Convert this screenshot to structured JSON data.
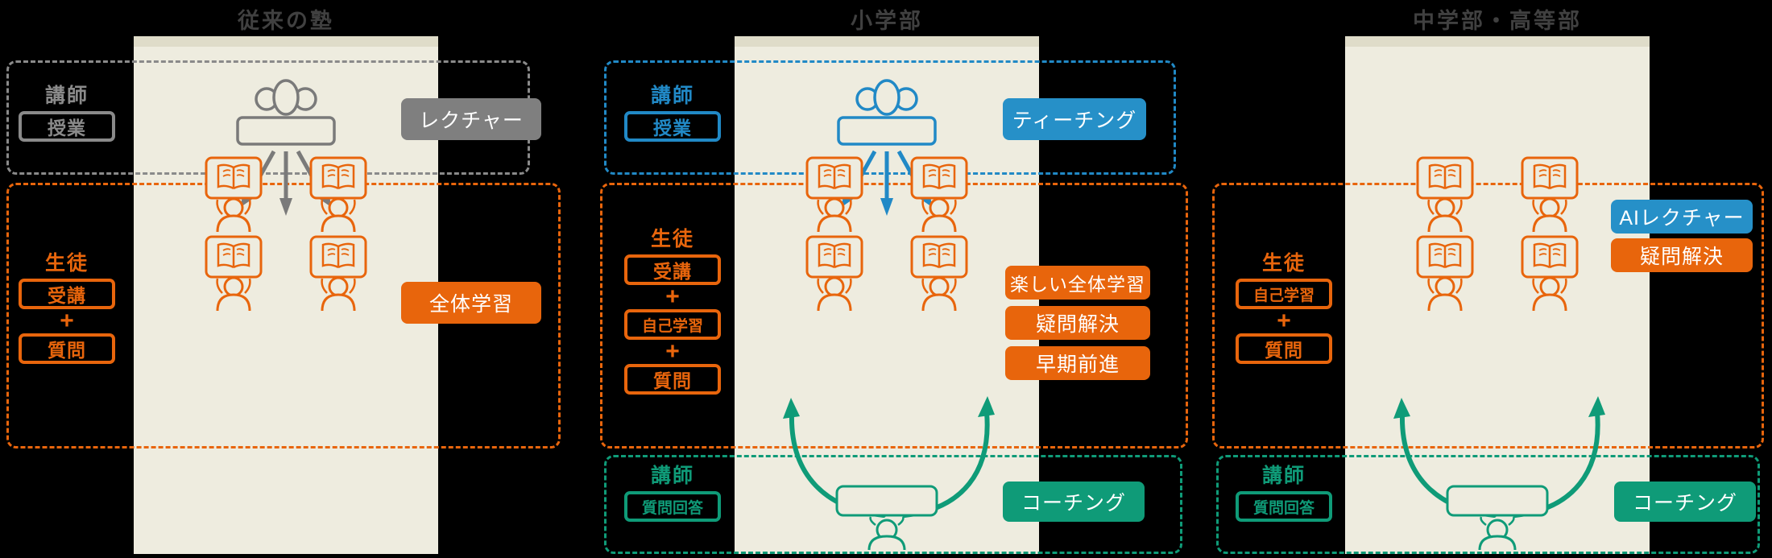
{
  "colors": {
    "orange": "#e8650c",
    "blue": "#2189c6",
    "green": "#0f9b78",
    "gray": "#7f7f7f",
    "beige": "#eeecdf",
    "title_text": "#404040"
  },
  "shared": {
    "plus": "+"
  },
  "icons": {
    "teacher": "teacher-at-desk-icon",
    "student": "student-desk-icon",
    "coach": "coach-at-desk-icon",
    "lecture_arrows": "downward-arrows-icon",
    "coaching_arrows": "upward-curved-arrows-icon"
  },
  "panels": [
    {
      "title": "従来の塾",
      "teacher": {
        "role": "講師",
        "items": [
          "授業"
        ]
      },
      "students": {
        "role": "生徒",
        "items": [
          "受講",
          "質問"
        ]
      },
      "side_labels": {
        "top": "レクチャー",
        "middle": [
          "全体学習"
        ]
      }
    },
    {
      "title": "小学部",
      "teacher": {
        "role": "講師",
        "items": [
          "授業"
        ]
      },
      "students": {
        "role": "生徒",
        "items": [
          "受講",
          "自己学習",
          "質問"
        ]
      },
      "coach": {
        "role": "講師",
        "items": [
          "質問回答"
        ]
      },
      "side_labels": {
        "top": "ティーチング",
        "middle": [
          "楽しい全体学習",
          "疑問解決",
          "早期前進"
        ],
        "bottom": "コーチング"
      }
    },
    {
      "title": "中学部・高等部",
      "students": {
        "role": "生徒",
        "items": [
          "自己学習",
          "質問"
        ]
      },
      "coach": {
        "role": "講師",
        "items": [
          "質問回答"
        ]
      },
      "side_labels": {
        "middle": [
          "AIレクチャー",
          "疑問解決"
        ],
        "bottom": "コーチング"
      }
    }
  ]
}
